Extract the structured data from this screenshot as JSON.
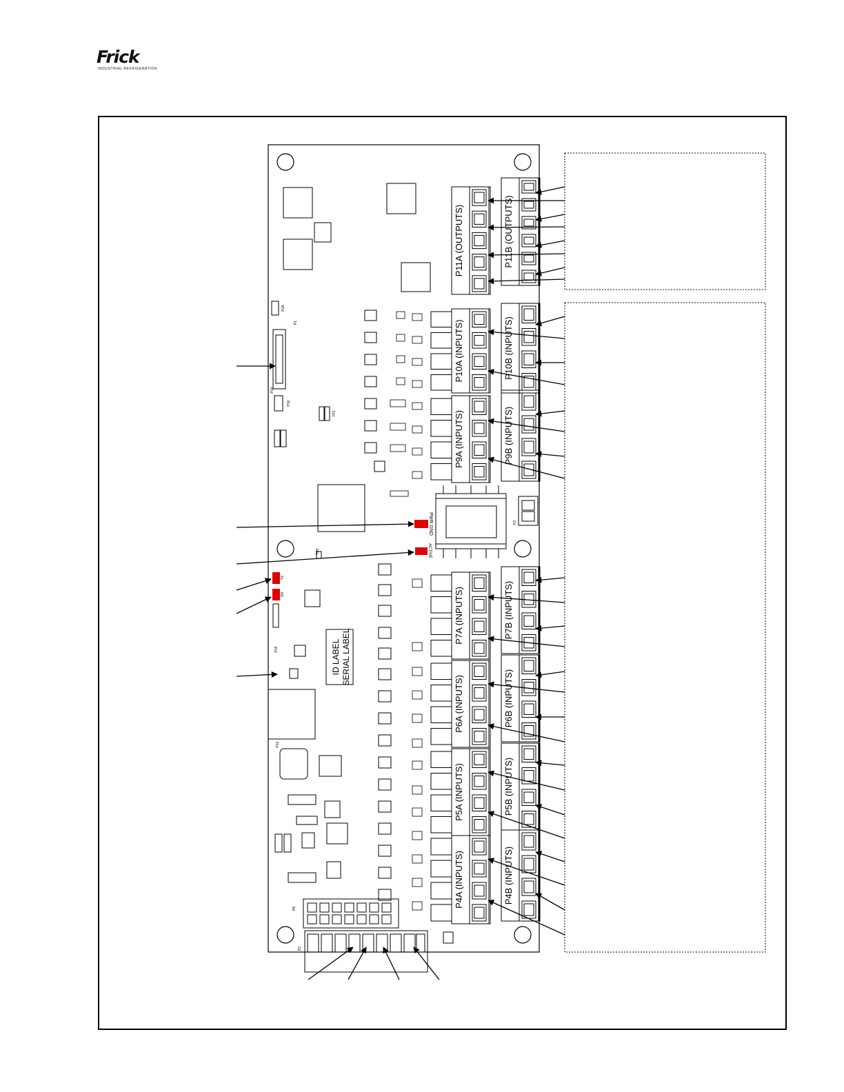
{
  "logo": {
    "brand": "Frick",
    "tagline": "INDUSTRIAL REFRIGERATION"
  },
  "board": {
    "connectors": {
      "p11a": "P11A (OUTPUTS)",
      "p11b": "P11B (OUTPUTS)",
      "p10a": "P10A (INPUTS)",
      "p10b": "P10B (INPUTS)",
      "p9a": "P9A (INPUTS)",
      "p9b": "P9B (INPUTS)",
      "p7a": "P7A (INPUTS)",
      "p7b": "P7B (INPUTS)",
      "p6a": "P6A (INPUTS)",
      "p6b": "P6B (INPUTS)",
      "p5a": "P5A (INPUTS)",
      "p5b": "P5B (INPUTS)",
      "p4a": "P4A (INPUTS)",
      "p4b": "P4B (INPUTS)"
    },
    "id_label": "ID LABEL",
    "serial_label": "SERIAL LABEL",
    "led_labels": {
      "pwr_gnd": "PWR GND",
      "active": "ACTIVE",
      "tx": "TX",
      "rx": "RX"
    },
    "refdes": {
      "p1": "P1",
      "p1a": "P1A",
      "p2": "P2",
      "p3": "P3",
      "p8": "P8",
      "p12": "P12",
      "p14": "P14",
      "p15": "P15",
      "p16": "P16",
      "tp1": "TP1",
      "tp2": "TP2"
    }
  }
}
